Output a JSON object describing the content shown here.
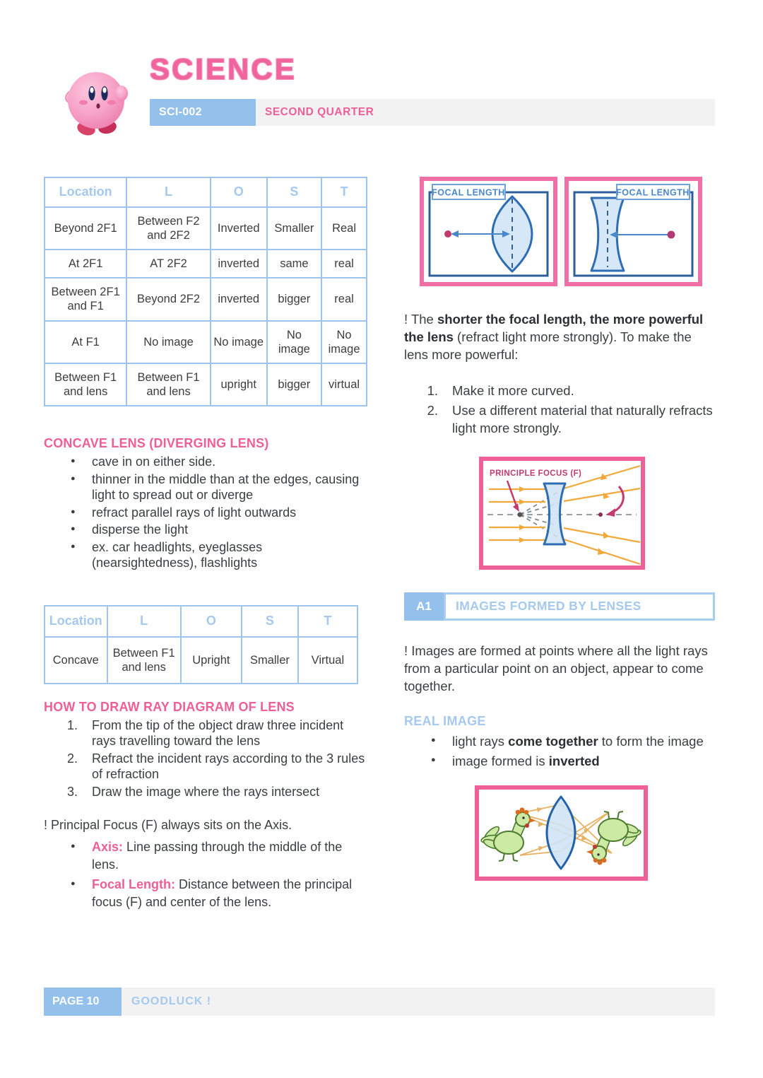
{
  "header": {
    "title": "SCIENCE",
    "course_code": "SCI-002",
    "quarter": "SECOND QUARTER",
    "mascot": "kirby-character"
  },
  "colors": {
    "accent_pink": "#ee5f96",
    "accent_blue": "#93c1ec",
    "light_blue_text": "#a5c9ef",
    "table_border": "#9dc4ee",
    "diagram_border_pink": "#ef5f98",
    "body_text": "#3d3d3d",
    "gray_bar": "#f2f2f2"
  },
  "table1": {
    "headers": [
      "Location",
      "L",
      "O",
      "S",
      "T"
    ],
    "rows": [
      [
        "Beyond 2F1",
        "Between F2 and 2F2",
        "Inverted",
        "Smaller",
        "Real"
      ],
      [
        "At 2F1",
        "AT 2F2",
        "inverted",
        "same",
        "real"
      ],
      [
        "Between 2F1 and F1",
        "Beyond 2F2",
        "inverted",
        "bigger",
        "real"
      ],
      [
        "At F1",
        "No image",
        "No image",
        "No image",
        "No image"
      ],
      [
        "Between F1 and lens",
        "Between F1 and lens",
        "upright",
        "bigger",
        "virtual"
      ]
    ]
  },
  "concave_section": {
    "heading": "CONCAVE LENS (DIVERGING LENS)",
    "bullets": [
      "cave in on either side.",
      "thinner in the middle than at the edges, causing light to spread out or diverge",
      "refract parallel rays of light outwards",
      "disperse the light",
      "ex. car headlights, eyeglasses (nearsightedness),  flashlights"
    ]
  },
  "table2": {
    "headers": [
      "Location",
      "L",
      "O",
      "S",
      "T"
    ],
    "rows": [
      [
        "Concave",
        "Between F1 and lens",
        "Upright",
        "Smaller",
        "Virtual"
      ]
    ]
  },
  "ray_diagram_section": {
    "heading": "HOW TO DRAW RAY DIAGRAM OF LENS",
    "steps": [
      "From the tip of the object draw three incident rays travelling toward the lens",
      "Refract the incident rays according to the 3 rules of refraction",
      "Draw the image where the rays intersect"
    ],
    "note": "! Principal Focus (F) always sits on the Axis.",
    "definitions": [
      {
        "term": "Axis:",
        "text": " Line passing through the middle of the lens."
      },
      {
        "term": "Focal Length:",
        "text": " Distance between the principal focus (F) and center of the lens."
      }
    ]
  },
  "focal_diagrams": {
    "convex_label": "Focal Length",
    "concave_label": "Focal Length",
    "principle_focus_label": "Principle Focus (F)"
  },
  "power_note": {
    "seg1": "! The ",
    "seg2_bold": "shorter the focal length, the more powerful the lens",
    "seg3": " (refract light more strongly). To make the lens more powerful:"
  },
  "power_steps": [
    "Make it more curved.",
    "Use a different material that naturally refracts light more strongly."
  ],
  "a1_section": {
    "badge": "A1",
    "title": "IMAGES FORMED BY LENSES",
    "intro": "! Images are formed at points where all the light rays from a particular point on an object, appear to come together.",
    "real_image_heading": "REAL IMAGE",
    "bullets": [
      {
        "pre": "light rays ",
        "bold": "come together",
        "post": " to form the image"
      },
      {
        "pre": "image formed is ",
        "bold": "inverted",
        "post": ""
      }
    ]
  },
  "footer": {
    "page": "PAGE 10",
    "message": "GOODLUCK !"
  }
}
